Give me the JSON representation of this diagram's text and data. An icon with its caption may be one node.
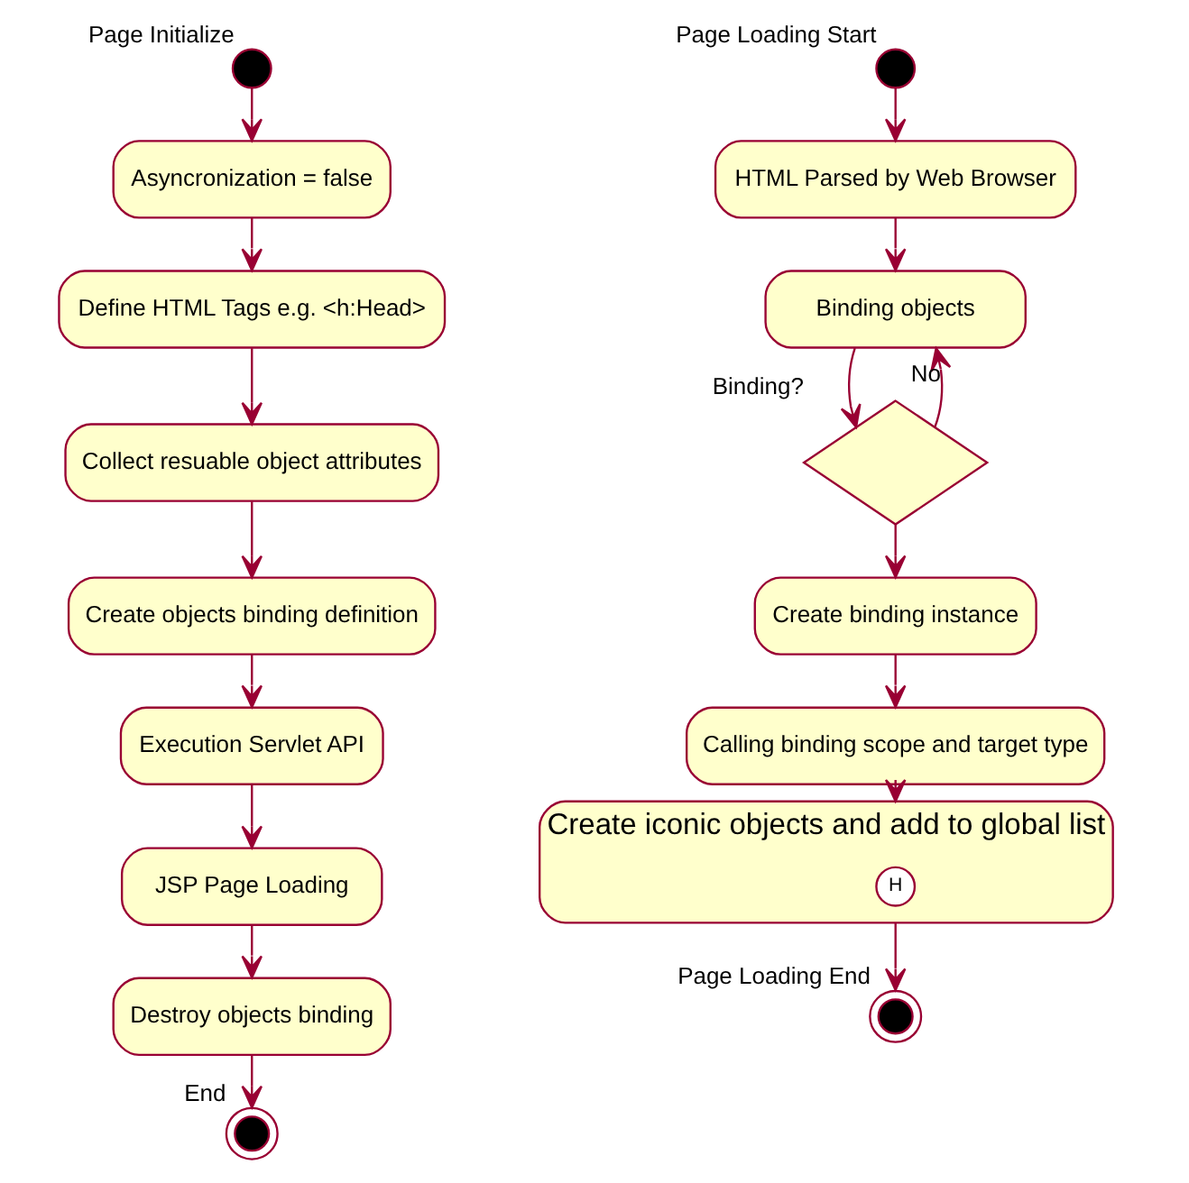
{
  "diagram": {
    "nodes": [
      {
        "text": [],
        "shape": "circle",
        "beside": [
          "Page Initialize"
        ]
      },
      {
        "text": [
          "Asyncronization = false"
        ]
      },
      {
        "text": [
          "Define HTML Tags e.g. <h:Head>"
        ]
      },
      {
        "text": [
          "Collect resuable object attributes"
        ]
      },
      {
        "text": [
          "Create objects binding definition"
        ]
      },
      {
        "text": [
          "Execution Servlet API"
        ]
      },
      {
        "text": [
          "JSP Page Loading"
        ]
      },
      {
        "text": [
          "Destroy objects binding"
        ]
      },
      {
        "text": [],
        "shape": "circle",
        "beside": [
          "End"
        ]
      },
      {
        "text": [],
        "shape": "circle",
        "beside": [
          "Page Loading Start"
        ]
      },
      {
        "text": [
          "HTML Parsed by Web Browser"
        ]
      },
      {
        "text": [
          "Binding objects"
        ]
      },
      {
        "text": [],
        "shape": "diamond",
        "beside": [
          "Binding?"
        ]
      },
      {
        "text": [
          "Create binding instance"
        ]
      },
      {
        "text": [
          "Calling binding scope and target type"
        ]
      },
      {
        "text": [
          "Create iconic objects and add to global list"
        ]
      },
      {
        "text": [
          "H"
        ],
        "in": 15
      },
      {
        "text": [],
        "shape": "circle",
        "beside": [
          "Page Loading End"
        ]
      }
    ],
    "edges": [
      {
        "from": 0,
        "to": 1,
        "arrow": "to"
      },
      {
        "from": 1,
        "to": 2,
        "arrow": "to"
      },
      {
        "from": 2,
        "to": 3,
        "arrow": "to"
      },
      {
        "from": 3,
        "to": 4,
        "arrow": "to"
      },
      {
        "from": 4,
        "to": 5,
        "arrow": "to"
      },
      {
        "from": 5,
        "to": 6,
        "arrow": "to"
      },
      {
        "from": 6,
        "to": 7,
        "arrow": "to"
      },
      {
        "from": 7,
        "to": 8,
        "arrow": "to"
      },
      {
        "from": 9,
        "to": 10,
        "arrow": "to"
      },
      {
        "from": 10,
        "to": 11,
        "arrow": "to"
      },
      {
        "from": 11,
        "to": 12,
        "arrow": "to"
      },
      {
        "from": 12,
        "to": 11,
        "arrow": "to",
        "label": "No"
      },
      {
        "from": 12,
        "to": 13,
        "arrow": "to"
      },
      {
        "from": 13,
        "to": 14,
        "arrow": "to"
      },
      {
        "from": 14,
        "to": 15,
        "arrow": "to"
      },
      {
        "from": 15,
        "to": 17,
        "arrow": "to"
      }
    ]
  }
}
